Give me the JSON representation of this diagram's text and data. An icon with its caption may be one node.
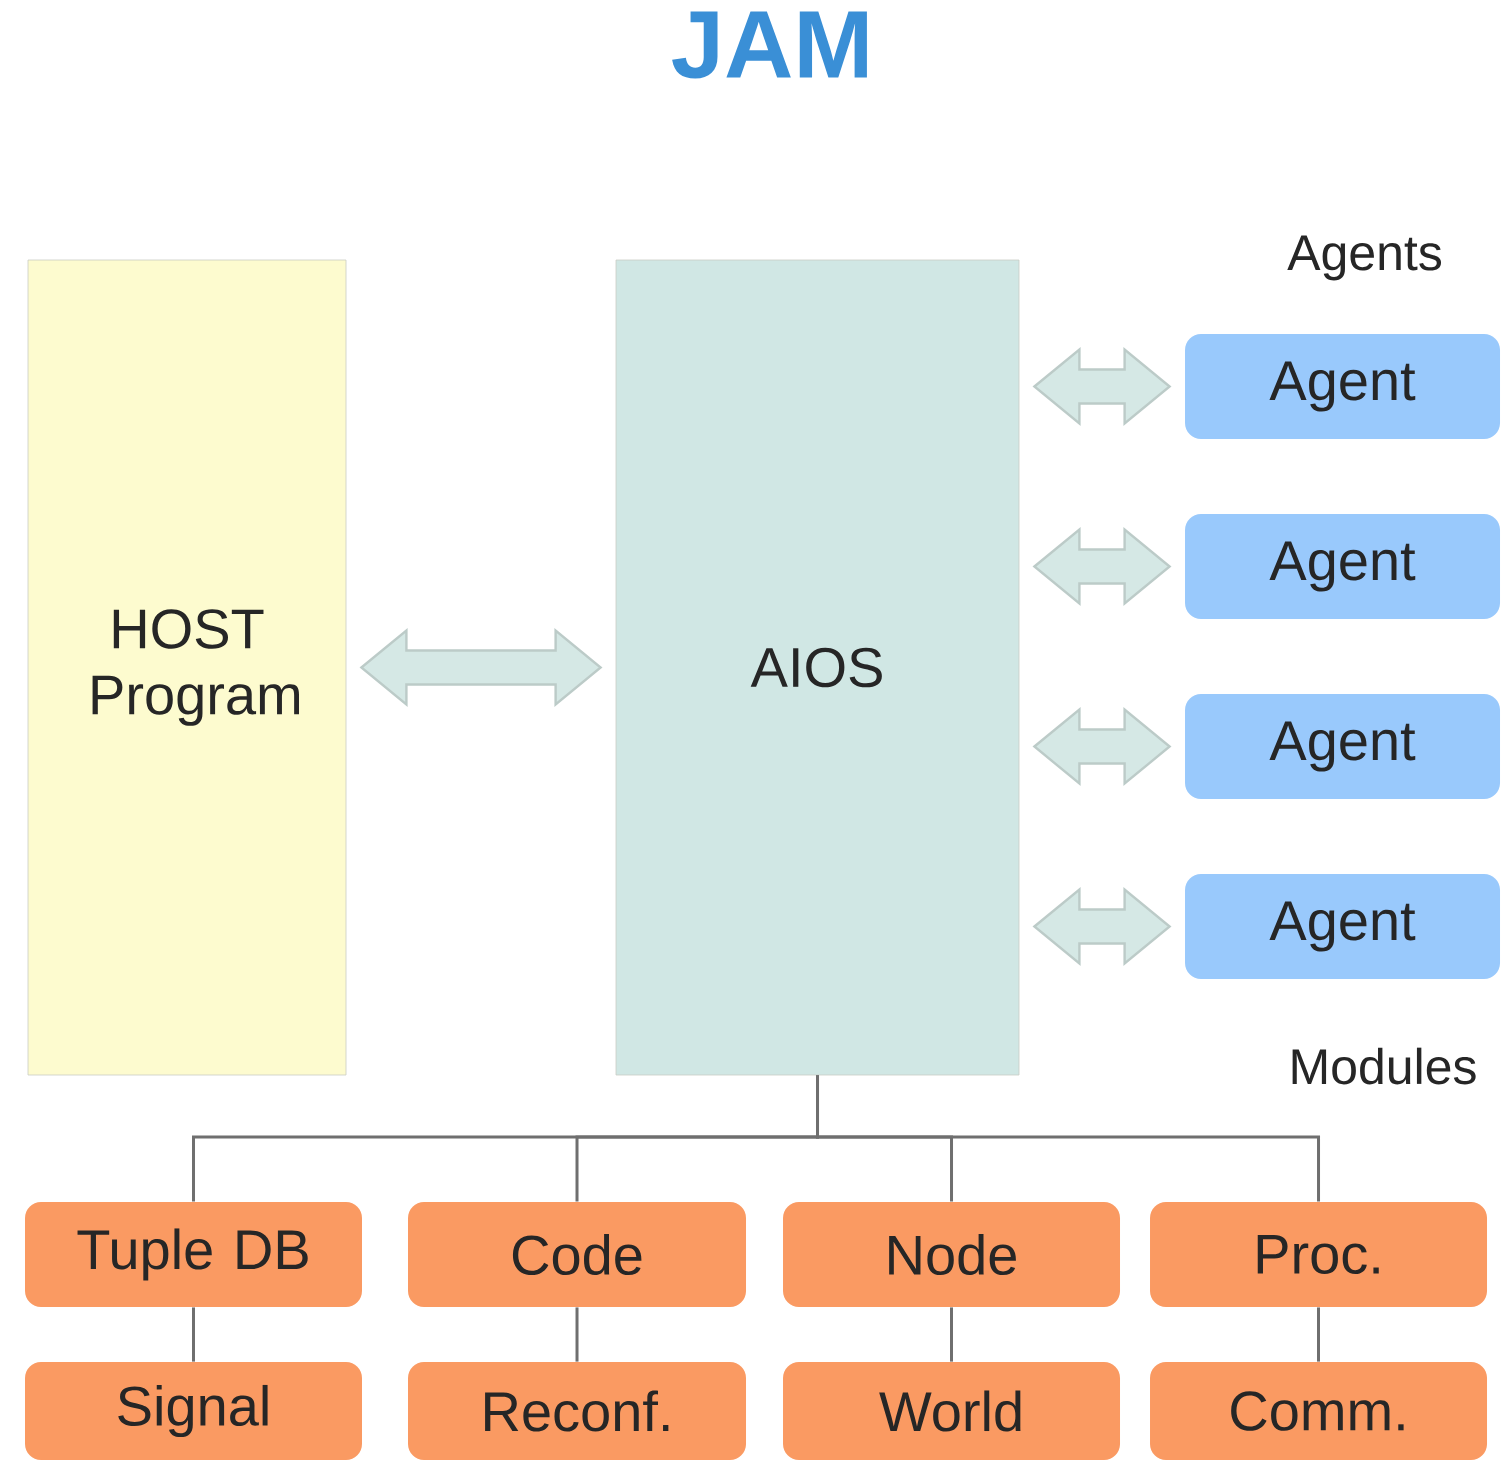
{
  "diagram": {
    "title": "JAM",
    "nodes": [
      {
        "text": [
          "HOST Program"
        ]
      },
      {
        "text": [
          "AIOS"
        ]
      },
      {
        "text": [
          "Agent"
        ]
      },
      {
        "text": [
          "Agent"
        ]
      },
      {
        "text": [
          "Agent"
        ]
      },
      {
        "text": [
          "Agent"
        ]
      },
      {
        "text": [
          "Tuple DB"
        ]
      },
      {
        "text": [
          "Code"
        ]
      },
      {
        "text": [
          "Node"
        ]
      },
      {
        "text": [
          "Proc."
        ]
      },
      {
        "text": [
          "Signal"
        ]
      },
      {
        "text": [
          "Reconf."
        ]
      },
      {
        "text": [
          "World"
        ]
      },
      {
        "text": [
          "Comm."
        ]
      }
    ],
    "edges": [
      {
        "from": 0,
        "to": 1,
        "arrow": "both"
      },
      {
        "from": 1,
        "to": 2,
        "arrow": "both"
      },
      {
        "from": 1,
        "to": 3,
        "arrow": "both"
      },
      {
        "from": 1,
        "to": 4,
        "arrow": "both"
      },
      {
        "from": 1,
        "to": 5,
        "arrow": "both"
      },
      {
        "from": 1,
        "to": 6,
        "arrow": "none"
      },
      {
        "from": 1,
        "to": 7,
        "arrow": "none"
      },
      {
        "from": 1,
        "to": 8,
        "arrow": "none"
      },
      {
        "from": 1,
        "to": 9,
        "arrow": "none"
      },
      {
        "from": 6,
        "to": 10,
        "arrow": "none"
      },
      {
        "from": 7,
        "to": 11,
        "arrow": "none"
      },
      {
        "from": 8,
        "to": 12,
        "arrow": "none"
      },
      {
        "from": 9,
        "to": 13,
        "arrow": "none"
      }
    ],
    "labels": [
      "Agents",
      "Modules"
    ]
  }
}
